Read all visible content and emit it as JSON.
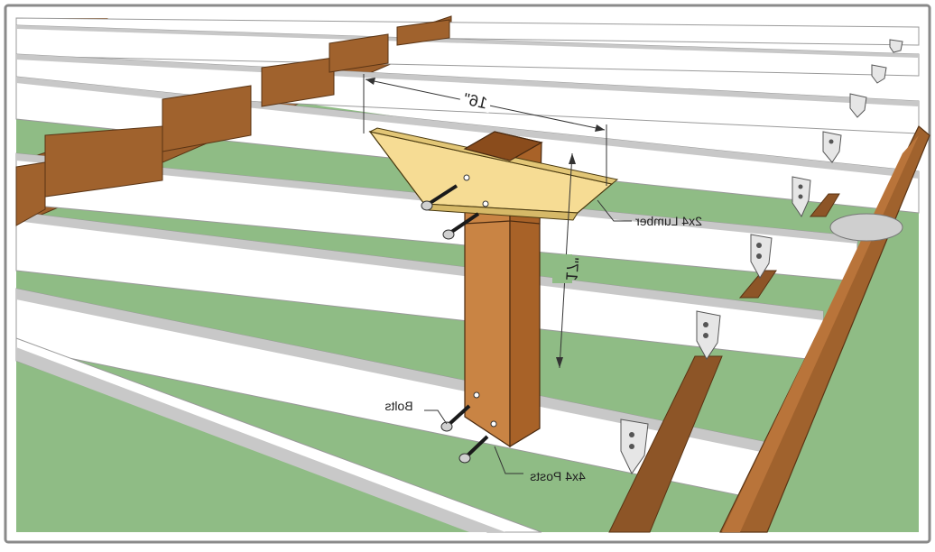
{
  "diagram": {
    "labels": {
      "width_dimension": "16\"",
      "height_dimension": "17\"",
      "lumber_label": "2x4 Lumber",
      "bolts_label": "Bolts",
      "posts_label": "4x4 Posts"
    },
    "colors": {
      "ground": "#8fbc85",
      "joist_top": "#f2f2f2",
      "joist_face": "#ffffff",
      "joist_edge": "#c4c4c4",
      "beam_wood": "#a0622d",
      "post_front": "#c98444",
      "post_side": "#a86228",
      "post_top": "#8a4c1c",
      "lumber": "#f6dc94",
      "hanger_metal": "#d8d8d8",
      "bolt": "#1a1a1a",
      "line": "#333333"
    }
  }
}
